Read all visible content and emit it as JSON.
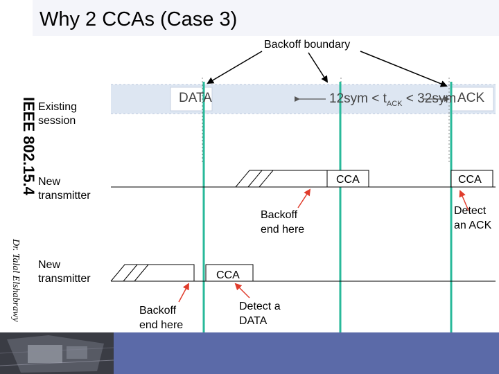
{
  "slide": {
    "title": "Why 2 CCAs (Case 3)",
    "side_label": "IEEE 802.15.4",
    "author": "Dr. Talal Elshabrawy"
  },
  "rows": {
    "existing": "Existing\nsession",
    "new1": "New\ntransmitter",
    "new2": "New\ntransmitter"
  },
  "timeline": {
    "data_label": "DATA",
    "interval_label_prefix": "12sym < t",
    "interval_label_sub": "ACK",
    "interval_label_suffix": " < 32sym",
    "ack_label": "ACK"
  },
  "annotations": {
    "backoff_boundary": "Backoff boundary",
    "cca_row1_a": "CCA",
    "cca_row1_b": "CCA",
    "cca_row2": "CCA",
    "backoff_end_1": "Backoff\nend here",
    "detect_ack": "Detect\nan ACK",
    "backoff_end_2": "Backoff\nend here",
    "detect_data": "Detect a\nDATA"
  },
  "colors": {
    "boundary_line": "#29b99a",
    "arrow_red": "#e03c2c",
    "bottom_bar": "#5b6aa8",
    "timeline_fill": "#dde6f2"
  }
}
